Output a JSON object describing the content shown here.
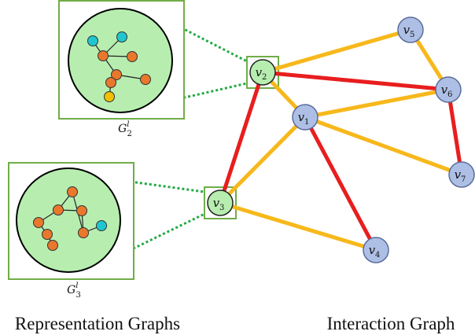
{
  "colors": {
    "yellow_edge": "#f7b81b",
    "red_edge": "#e81e1e",
    "node_fill": "#aebfe6",
    "node_stroke": "#5a6d99",
    "green_fill": "#b7eeb0",
    "green_box": "#70ad47",
    "dotted": "#22aa44",
    "orange_node": "#e9782c",
    "cyan_node": "#20c6cf",
    "yellow_node": "#f0c000"
  },
  "interaction_graph": {
    "caption": "Interaction Graph",
    "nodes": [
      {
        "id": "v1",
        "base": "v",
        "sub": "1"
      },
      {
        "id": "v2",
        "base": "v",
        "sub": "2"
      },
      {
        "id": "v3",
        "base": "v",
        "sub": "3"
      },
      {
        "id": "v4",
        "base": "v",
        "sub": "4"
      },
      {
        "id": "v5",
        "base": "v",
        "sub": "5"
      },
      {
        "id": "v6",
        "base": "v",
        "sub": "6"
      },
      {
        "id": "v7",
        "base": "v",
        "sub": "7"
      }
    ],
    "edges": [
      {
        "from": "v2",
        "to": "v5",
        "kind": "yellow"
      },
      {
        "from": "v2",
        "to": "v1",
        "kind": "yellow"
      },
      {
        "from": "v5",
        "to": "v6",
        "kind": "yellow"
      },
      {
        "from": "v1",
        "to": "v6",
        "kind": "yellow"
      },
      {
        "from": "v1",
        "to": "v7",
        "kind": "yellow"
      },
      {
        "from": "v1",
        "to": "v3",
        "kind": "yellow"
      },
      {
        "from": "v3",
        "to": "v4",
        "kind": "yellow"
      },
      {
        "from": "v2",
        "to": "v6",
        "kind": "red"
      },
      {
        "from": "v6",
        "to": "v7",
        "kind": "red"
      },
      {
        "from": "v1",
        "to": "v4",
        "kind": "red"
      },
      {
        "from": "v2",
        "to": "v3",
        "kind": "red"
      }
    ]
  },
  "representation_graphs": {
    "caption": "Representation Graphs",
    "graphs": [
      {
        "id": "G2",
        "base": "G",
        "sup": "l",
        "sub": "2",
        "links_to": "v2"
      },
      {
        "id": "G3",
        "base": "G",
        "sup": "l",
        "sub": "3",
        "links_to": "v3"
      }
    ]
  }
}
